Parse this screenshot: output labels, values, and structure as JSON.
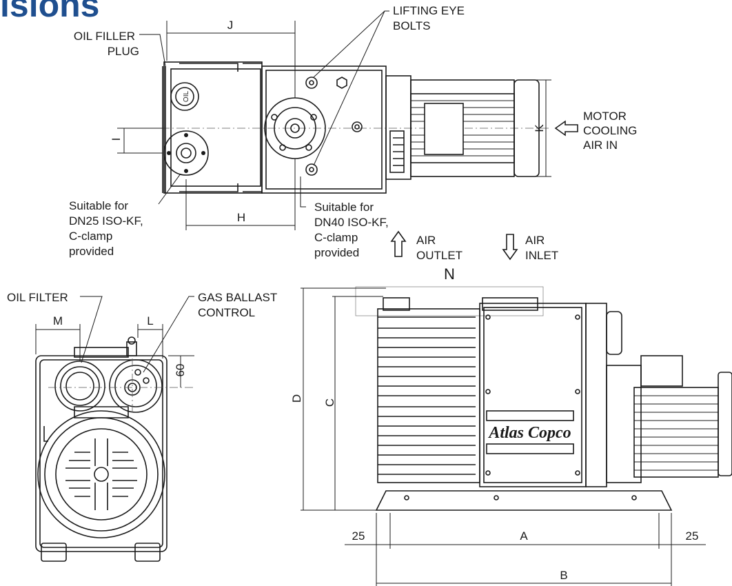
{
  "heading_fragment": "isions",
  "colors": {
    "heading": "#1f4f8f",
    "line": "#1a1a1a"
  },
  "labels": {
    "oil_filler_plug_1": "OIL FILLER",
    "oil_filler_plug_2": "PLUG",
    "lifting_eye_1": "LIFTING EYE",
    "lifting_eye_2": "BOLTS",
    "motor_cooling_1": "MOTOR",
    "motor_cooling_2": "COOLING",
    "motor_cooling_3": "AIR IN",
    "dn25_1": "Suitable for",
    "dn25_2": "DN25 ISO-KF,",
    "dn25_3": "C-clamp",
    "dn25_4": "provided",
    "dn40_1": "Suitable for",
    "dn40_2": "DN40 ISO-KF,",
    "dn40_3": "C-clamp",
    "dn40_4": "provided",
    "air_outlet_1": "AIR",
    "air_outlet_2": "OUTLET",
    "air_inlet_1": "AIR",
    "air_inlet_2": "INLET",
    "oil_filter": "OIL FILTER",
    "gas_ballast_1": "GAS BALLAST",
    "gas_ballast_2": "CONTROL",
    "oil_plug_text": "OIL",
    "brand": "Atlas Copco"
  },
  "dimensions": {
    "J": "J",
    "H": "H",
    "I": "I",
    "K": "K",
    "N": "N",
    "M": "M",
    "L": "L",
    "D": "D",
    "C": "C",
    "A": "A",
    "B": "B",
    "sixty": "60",
    "left_25": "25",
    "right_25": "25"
  }
}
